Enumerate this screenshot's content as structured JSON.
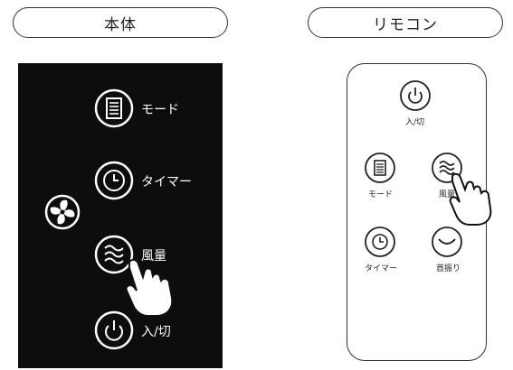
{
  "headers": {
    "body": "本体",
    "remote": "リモコン"
  },
  "panel": {
    "mode": "モード",
    "timer": "タイマー",
    "wind": "風量",
    "power": "入/切"
  },
  "remote": {
    "power": "入/切",
    "mode": "モード",
    "wind": "風量",
    "timer": "タイマー",
    "swing": "首振り"
  }
}
